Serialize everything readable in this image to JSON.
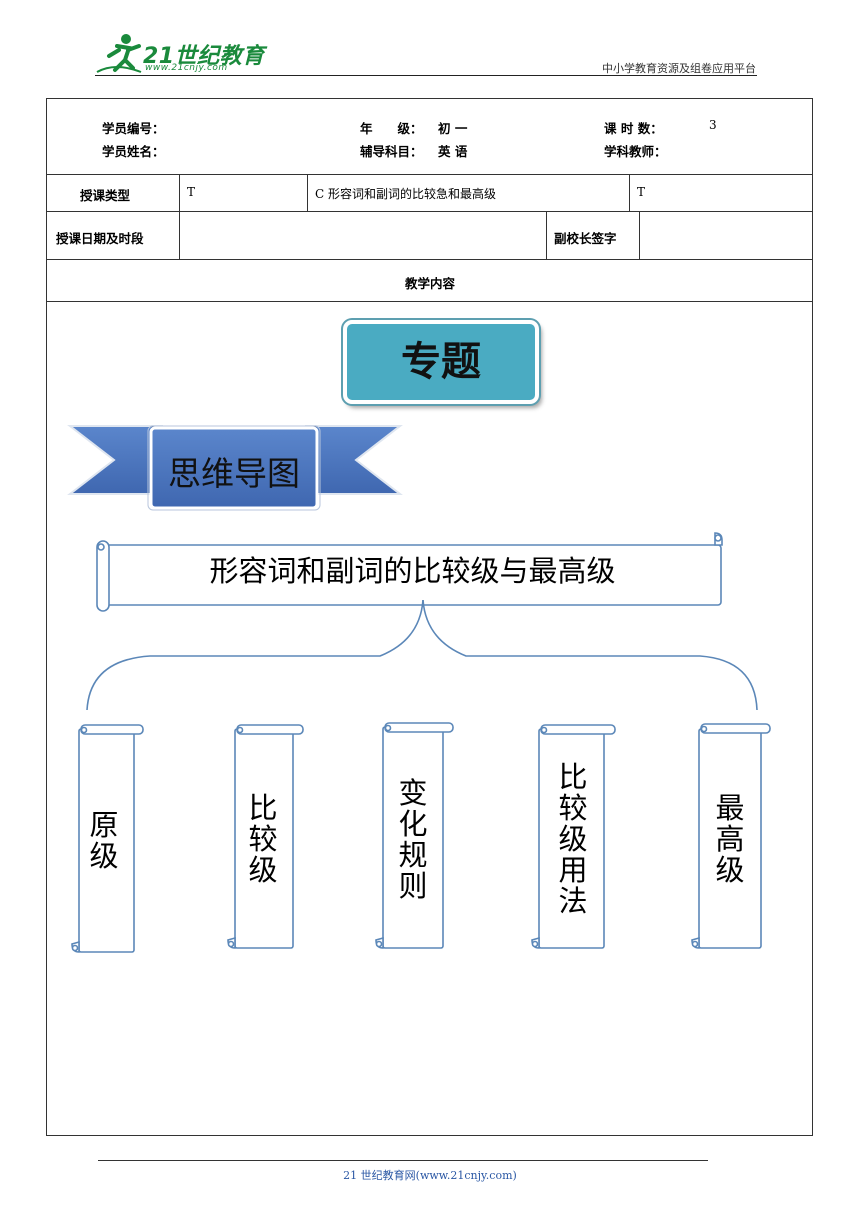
{
  "header": {
    "logo_text": "21世纪教育",
    "logo_url": "www.21cnjy.com",
    "platform": "中小学教育资源及组卷应用平台"
  },
  "info": {
    "student_id_label": "学员编号：",
    "student_name_label": "学员姓名：",
    "grade_label": "年　　级：",
    "grade_value": "初 一",
    "subject_label": "辅导科目：",
    "subject_value": "英 语",
    "hours_label": "课 时 数：",
    "hours_value": "3",
    "teacher_label": "学科教师："
  },
  "lesson": {
    "type_label": "授课类型",
    "type_col1": "T",
    "type_col2": "C 形容词和副词的比较急和最高级",
    "type_col3": "T",
    "date_label": "授课日期及时段",
    "principal_label": "副校长签字",
    "content_label": "教学内容"
  },
  "topic_label": "专题",
  "banner_label": "思维导图",
  "mindmap": {
    "title": "形容词和副词的比较级与最高级",
    "branches": [
      "原级",
      "比较级",
      "变化规则",
      "比较级用法",
      "最高级"
    ]
  },
  "footer": {
    "text": "21 世纪教育网(www.21cnjy.com)"
  },
  "colors": {
    "topic_fill": "#4aabc2",
    "banner_fill": "#4a74c0",
    "scroll_stroke": "#5b87b8",
    "logo_green": "#1a8a3c",
    "footer_blue": "#2a57a4"
  }
}
